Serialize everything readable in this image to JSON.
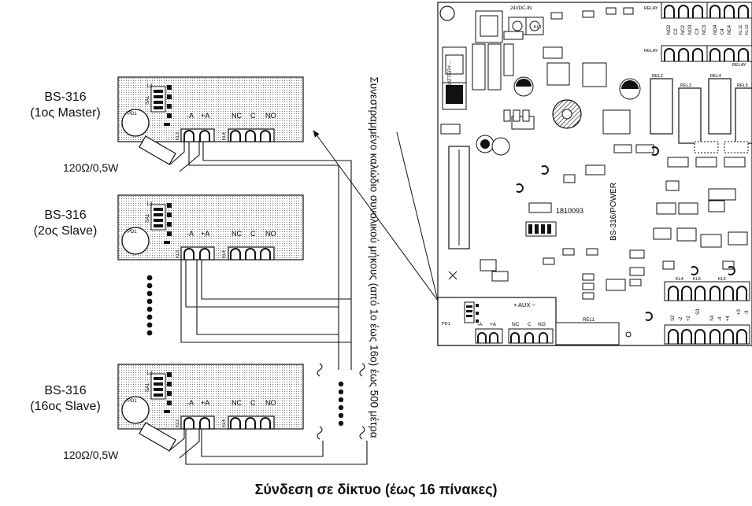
{
  "boards": [
    {
      "model": "BS-316",
      "role": "(1ος Master)"
    },
    {
      "model": "BS-316",
      "role": "(2ος Slave)"
    },
    {
      "model": "BS-316",
      "role": "(16ος Slave)"
    }
  ],
  "terminal_labels": {
    "minus_a": "-A",
    "plus_a": "+A",
    "nc": "NC",
    "c": "C",
    "no": "NO"
  },
  "component_labels": {
    "l4": "L4",
    "sa1": "SA1",
    "pd1": "PD1",
    "kl3": "KL3",
    "kl4": "KL4"
  },
  "resistor_label": "120Ω/0,5W",
  "cable_note": "Συνεστραμμένο καλώδιο συνολικού μήκους (από 1ο έως 16ο) έως 500 μέτρα",
  "pcb": {
    "title": "BS-316/POWER",
    "serial": "1810093",
    "battery": "←BATTERY→",
    "input": "24VDC-IN",
    "aux": "+ AUX −",
    "rel1": "REL1",
    "relay_names": [
      "REL2",
      "REL3",
      "REL4",
      "REL5"
    ],
    "relay_headers": [
      "RELAY",
      "RELAY",
      "RELAY"
    ],
    "top_terminals": [
      "NO2",
      "C2",
      "NC2",
      "NO3",
      "C3",
      "NC3",
      "NO4",
      "C4",
      "NC4"
    ],
    "bottom_terminals": [
      "S2",
      "-2",
      "+2",
      "S4",
      "-4",
      "+4",
      "S3",
      "+3",
      "-3"
    ],
    "kl_labels": [
      "KL1",
      "KL4",
      "KL5",
      "KL6",
      "KL11",
      "KL12"
    ]
  },
  "caption": "Σύνδεση σε δίκτυο (έως 16 πίνακες)"
}
